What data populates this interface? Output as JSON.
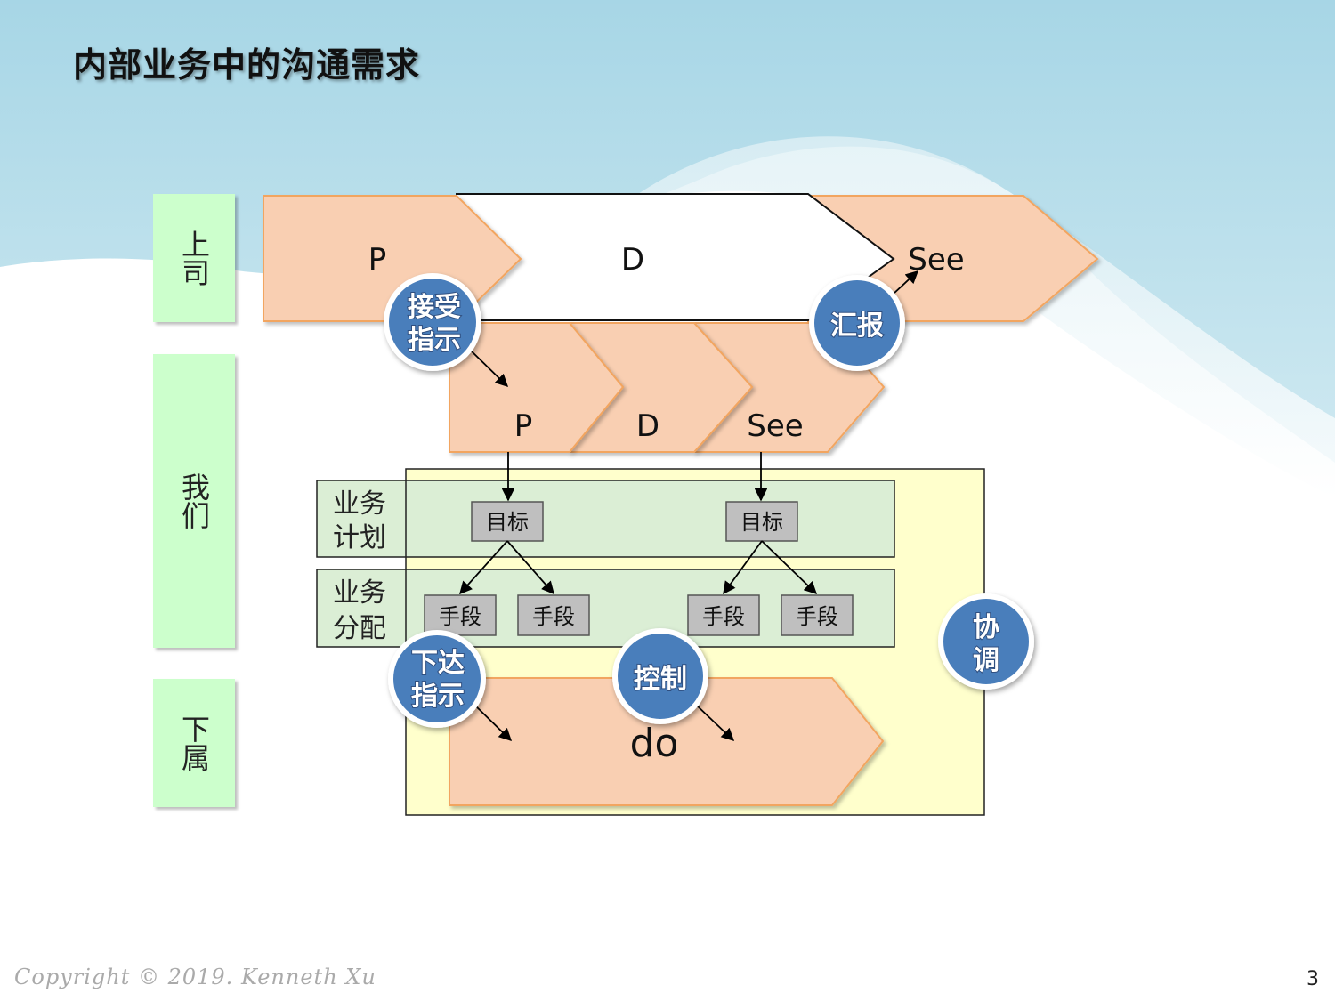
{
  "title": "内部业务中的沟通需求",
  "rows": {
    "boss": "上司",
    "us": "我们",
    "sub": "下属"
  },
  "top_flow": {
    "p": "P",
    "d": "D",
    "see": "See"
  },
  "mid_flow": {
    "p": "P",
    "d": "D",
    "see": "See"
  },
  "do_label": "do",
  "plan": {
    "label_1": "业务",
    "label_2": "计划",
    "goal_left": "目标",
    "goal_right": "目标"
  },
  "assign": {
    "label_1": "业务",
    "label_2": "分配",
    "means_1": "手段",
    "means_2": "手段",
    "means_3": "手段",
    "means_4": "手段"
  },
  "badges": {
    "accept_1": "接受",
    "accept_2": "指示",
    "report": "汇报",
    "issue_1": "下达",
    "issue_2": "指示",
    "control": "控制",
    "coord_1": "协",
    "coord_2": "调"
  },
  "footer": "Copyright © 2019. Kenneth Xu",
  "page_number": "3"
}
